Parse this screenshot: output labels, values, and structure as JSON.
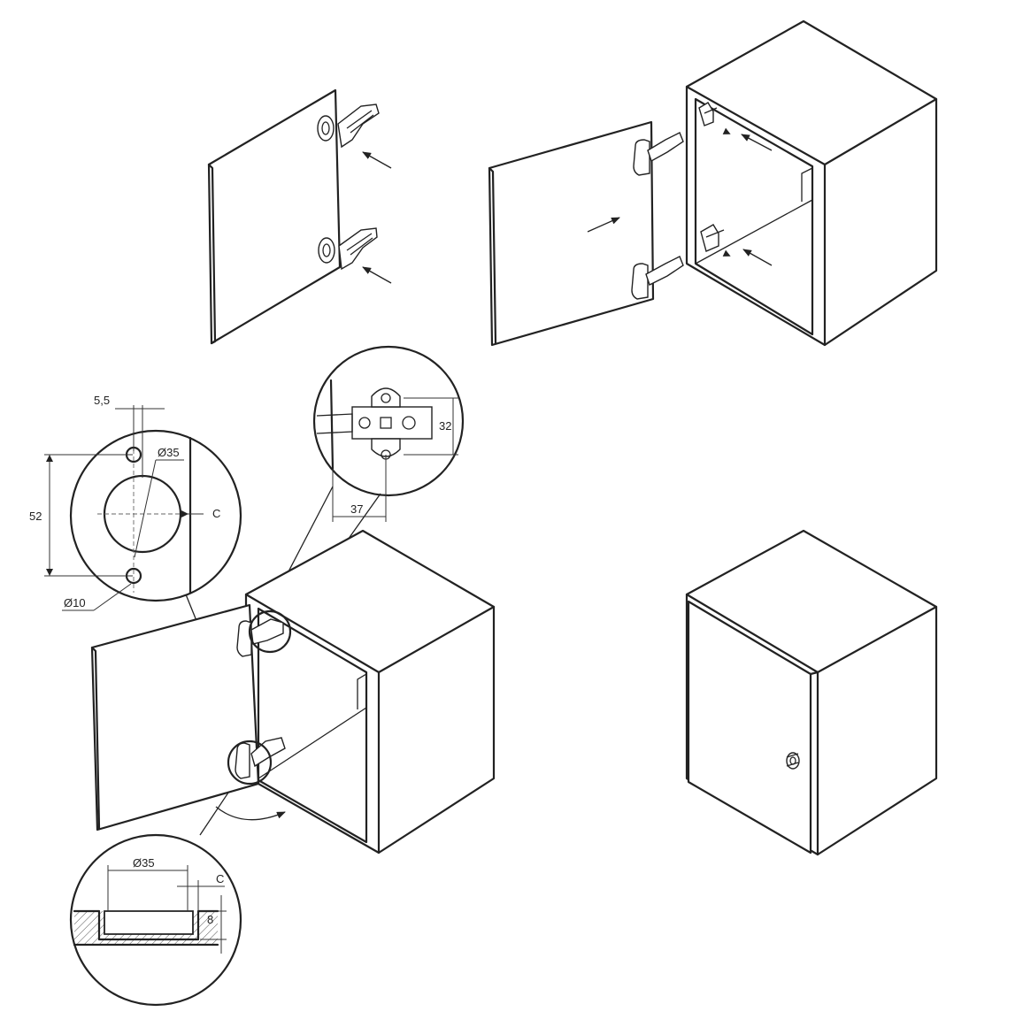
{
  "dimensions": {
    "offset_label": "5,5",
    "cup_diameter_label": "Ø35",
    "spacing_label": "52",
    "edge_label_top": "C",
    "pilot_diameter_label": "Ø10",
    "plate_height_label": "32",
    "plate_distance_label": "37",
    "section_diameter_label": "Ø35",
    "edge_label_section": "C",
    "depth_label": "8"
  },
  "icons": [
    "hinge-icon",
    "arrow-icon",
    "door-knob-icon"
  ]
}
